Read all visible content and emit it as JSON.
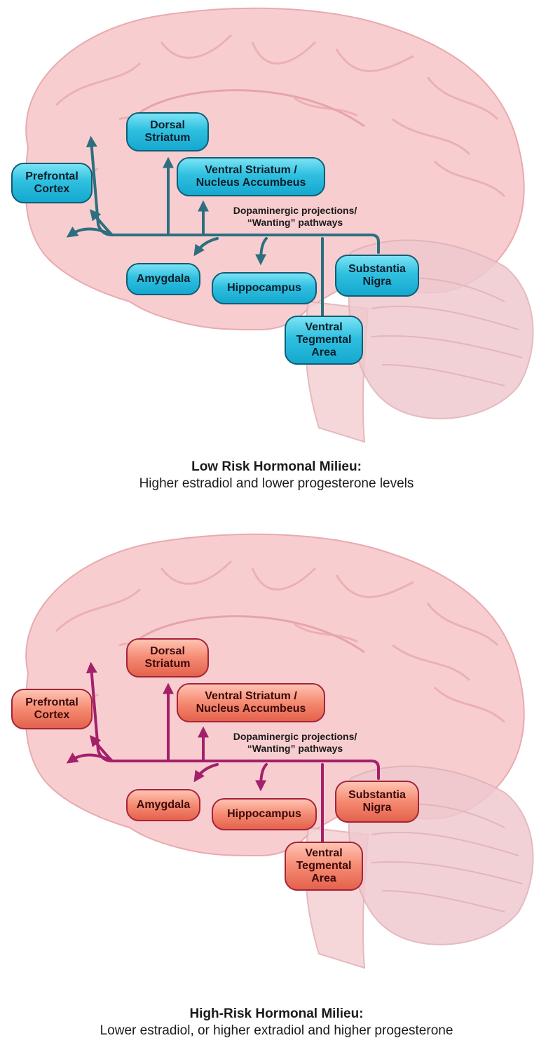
{
  "panels": [
    {
      "theme": "teal",
      "pathway_color": "#2d6f7e",
      "caption_title": "Low Risk Hormonal Milieu:",
      "caption_subtitle": "Higher estradiol and lower progesterone levels",
      "pathway_label": "Dopaminergic projections/\n“Wanting” pathways",
      "regions": {
        "prefrontal_cortex": "Prefrontal\nCortex",
        "dorsal_striatum": "Dorsal\nStriatum",
        "ventral_striatum": "Ventral Striatum /\nNucleus Accumbeus",
        "amygdala": "Amygdala",
        "hippocampus": "Hippocampus",
        "substantia_nigra": "Substantia\nNigra",
        "ventral_tegmental_area": "Ventral\nTegmental\nArea"
      }
    },
    {
      "theme": "red",
      "pathway_color": "#a3206b",
      "caption_title": "High-Risk Hormonal Milieu:",
      "caption_subtitle": "Lower estradiol, or higher extradiol and higher progesterone",
      "pathway_label": "Dopaminergic projections/\n“Wanting” pathways",
      "regions": {
        "prefrontal_cortex": "Prefrontal\nCortex",
        "dorsal_striatum": "Dorsal\nStriatum",
        "ventral_striatum": "Ventral Striatum /\nNucleus Accumbeus",
        "amygdala": "Amygdala",
        "hippocampus": "Hippocampus",
        "substantia_nigra": "Substantia\nNigra",
        "ventral_tegmental_area": "Ventral\nTegmental\nArea"
      }
    }
  ]
}
